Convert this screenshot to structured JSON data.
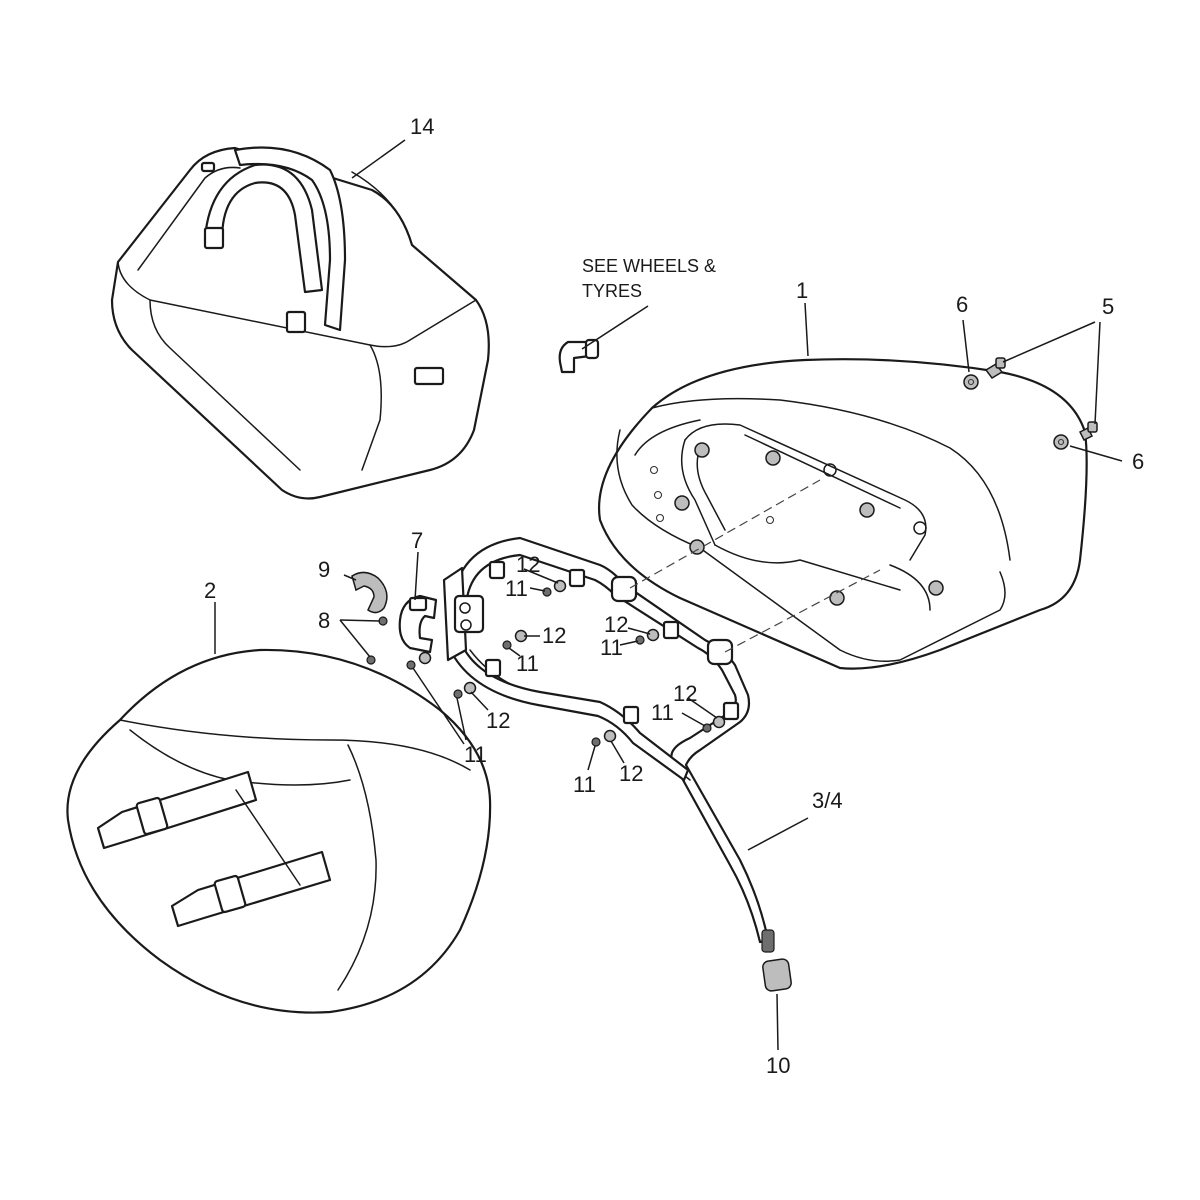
{
  "note": {
    "line1": "SEE WHEELS &",
    "line2": "TYRES"
  },
  "callouts": {
    "c1": "1",
    "c2": "2",
    "c34": "3/4",
    "c5": "5",
    "c6a": "6",
    "c6b": "6",
    "c7": "7",
    "c8": "8",
    "c9": "9",
    "c10": "10",
    "c11a": "11",
    "c11b": "11",
    "c11c": "11",
    "c11d": "11",
    "c11e": "11",
    "c11f": "11",
    "c12a": "12",
    "c12b": "12",
    "c12c": "12",
    "c12d": "12",
    "c12e": "12",
    "c12f": "12",
    "c14": "14"
  }
}
